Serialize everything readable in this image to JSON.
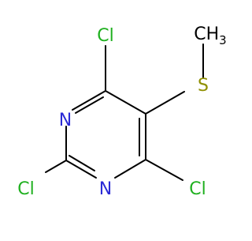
{
  "molecule": {
    "atoms": {
      "cl_top": {
        "label": "Cl",
        "color": "#1fb01f"
      },
      "cl_bottom_left": {
        "label": "Cl",
        "color": "#1fb01f"
      },
      "cl_bottom_right": {
        "label": "Cl",
        "color": "#1fb01f"
      },
      "n_left": {
        "label": "N",
        "color": "#2b2bd6"
      },
      "n_bottom": {
        "label": "N",
        "color": "#2b2bd6"
      },
      "sulfur": {
        "label": "S",
        "color": "#8f8f00"
      },
      "methyl": {
        "label": "CH",
        "subscript": "3",
        "color": "#000000"
      }
    },
    "bond_color": "#000000"
  }
}
